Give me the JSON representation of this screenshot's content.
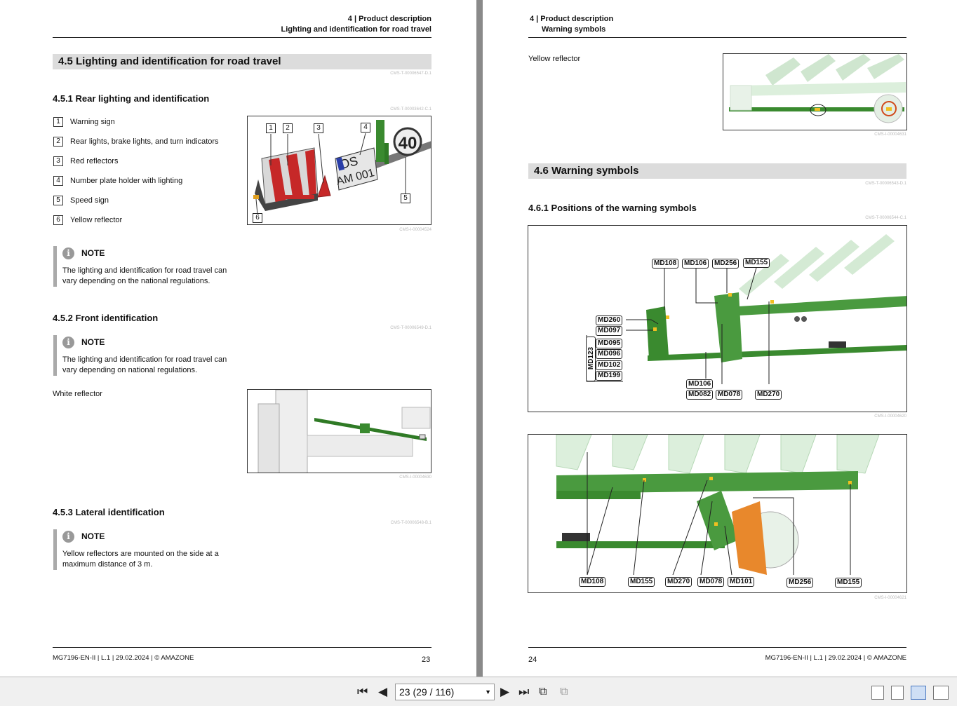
{
  "left_page": {
    "header_line1": "4 | Product description",
    "header_line2": "Lighting and identification for road travel",
    "section_title": "4.5  Lighting and identification for road travel",
    "section_cms": "CMS-T-00006547-D.1",
    "sub1_title": "4.5.1  Rear lighting and identification",
    "sub1_cms": "CMS-T-00003642-C.1",
    "legend": [
      {
        "num": "1",
        "label": "Warning sign"
      },
      {
        "num": "2",
        "label": "Rear lights, brake lights, and turn indicators"
      },
      {
        "num": "3",
        "label": "Red reflectors"
      },
      {
        "num": "4",
        "label": "Number plate holder with lighting"
      },
      {
        "num": "5",
        "label": "Speed sign"
      },
      {
        "num": "6",
        "label": "Yellow reflector"
      }
    ],
    "fig1_cms": "CMS-I-00004524",
    "fig1_labels": [
      "1",
      "2",
      "3",
      "4",
      "5",
      "6"
    ],
    "fig1_plate": "OS AM 001",
    "fig1_speed": "40",
    "note_title": "NOTE",
    "note1_text": "The lighting and identification for road travel can vary depending on the national regulations.",
    "sub2_title": "4.5.2  Front identification",
    "sub2_cms": "CMS-T-00006549-D.1",
    "note2_text": "The lighting and identification for road travel can vary depending on national regulations.",
    "white_reflector": "White reflector",
    "fig2_cms": "CMS-I-00004630",
    "sub3_title": "4.5.3  Lateral identification",
    "sub3_cms": "CMS-T-00006548-B.1",
    "note3_text": "Yellow reflectors are mounted on the side at a maximum distance of 3 m.",
    "footer": "MG7196-EN-II | L.1 | 29.02.2024 | © AMAZONE",
    "page_number": "23"
  },
  "right_page": {
    "header_line1": "4 | Product description",
    "header_line2": "Warning symbols",
    "yellow_reflector": "Yellow reflector",
    "fig3_cms": "CMS-I-00004631",
    "section_title": "4.6  Warning symbols",
    "section_cms": "CMS-T-00006543-D.1",
    "sub1_title": "4.6.1  Positions of the warning symbols",
    "sub1_cms": "CMS-T-00006544-C.1",
    "fig4_labels_top": [
      "MD108",
      "MD106",
      "MD256",
      "MD155"
    ],
    "fig4_labels_left": [
      "MD260",
      "MD097",
      "MD095",
      "MD096",
      "MD102",
      "MD199"
    ],
    "fig4_group": "MD123",
    "fig4_labels_bottom": [
      "MD106",
      "MD082",
      "MD078",
      "MD270"
    ],
    "fig4_cms": "CMS-I-00004620",
    "fig5_labels": [
      "MD108",
      "MD155",
      "MD270",
      "MD078",
      "MD101",
      "MD256",
      "MD155"
    ],
    "fig5_cms": "CMS-I-00004621",
    "footer": "MG7196-EN-II | L.1 | 29.02.2024 | © AMAZONE",
    "page_number": "24"
  },
  "toolbar": {
    "page_selector": "23 (29 / 116)",
    "icons": [
      "first-page-icon",
      "prev-page-icon",
      "next-page-icon",
      "last-page-icon",
      "back-view-icon",
      "forward-view-icon",
      "single-page-icon",
      "continuous-icon",
      "facing-icon",
      "facing-continuous-icon"
    ]
  }
}
